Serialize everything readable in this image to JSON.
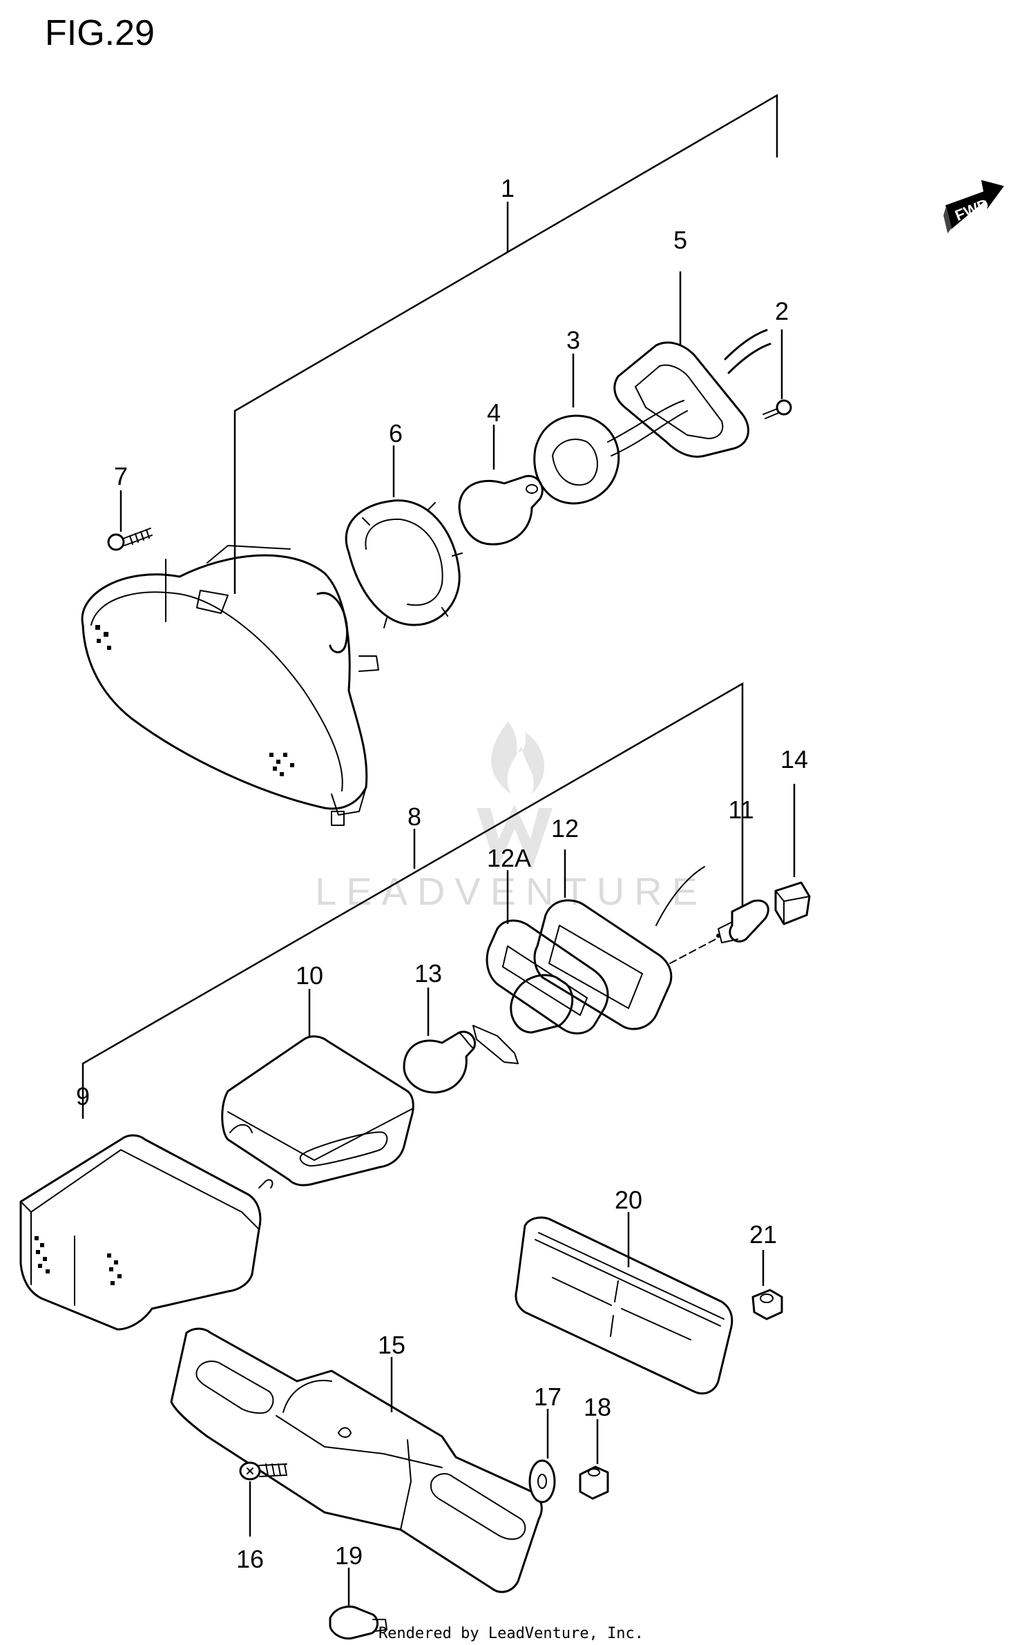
{
  "figure": {
    "title": "FIG.29"
  },
  "direction_marker": {
    "label": "FWD"
  },
  "watermark": {
    "text": "LEADVENTURE"
  },
  "footer": {
    "credit": "Rendered by LeadVenture, Inc."
  },
  "callouts": {
    "c1": "1",
    "c2": "2",
    "c3": "3",
    "c4": "4",
    "c5": "5",
    "c6": "6",
    "c7": "7",
    "c8": "8",
    "c9": "9",
    "c10": "10",
    "c11": "11",
    "c12": "12",
    "c12a": "12A",
    "c13": "13",
    "c14": "14",
    "c15": "15",
    "c16": "16",
    "c17": "17",
    "c18": "18",
    "c19": "19",
    "c20": "20",
    "c21": "21"
  }
}
